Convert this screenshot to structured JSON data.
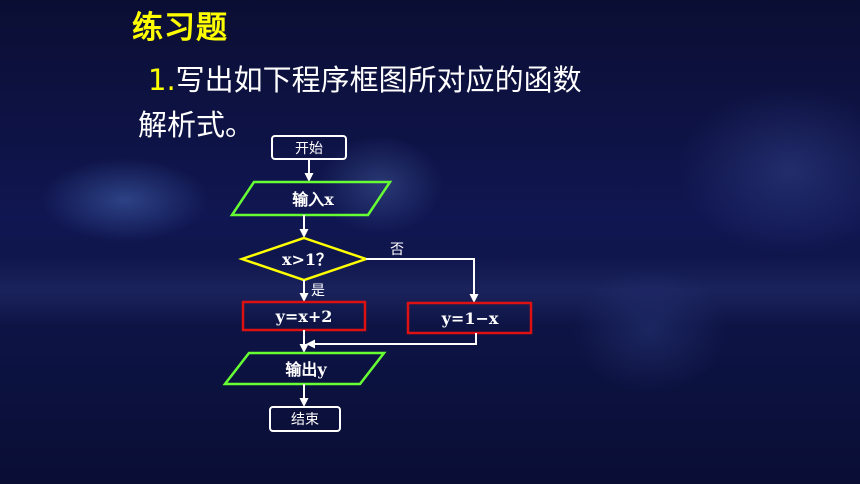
{
  "slide": {
    "title": "练习题",
    "problem": {
      "number": "1.",
      "line1": "写出如下程序框图所对应的函数",
      "line2": "解析式。"
    }
  },
  "flowchart": {
    "start": "开始",
    "input": "输入x",
    "condition": "x>1？",
    "yes_label": "是",
    "no_label": "否",
    "yes_branch": "y=x+2",
    "no_branch": "y=1−x",
    "output": "输出y",
    "end": "结束"
  },
  "colors": {
    "background": "#0b0e33",
    "title": "#ffff00",
    "text": "#ffffff",
    "io_border": "#66ff33",
    "decision_border": "#ffff00",
    "process_border": "#dd1111",
    "terminal_border": "#ffffff",
    "arrow": "#ffffff"
  }
}
